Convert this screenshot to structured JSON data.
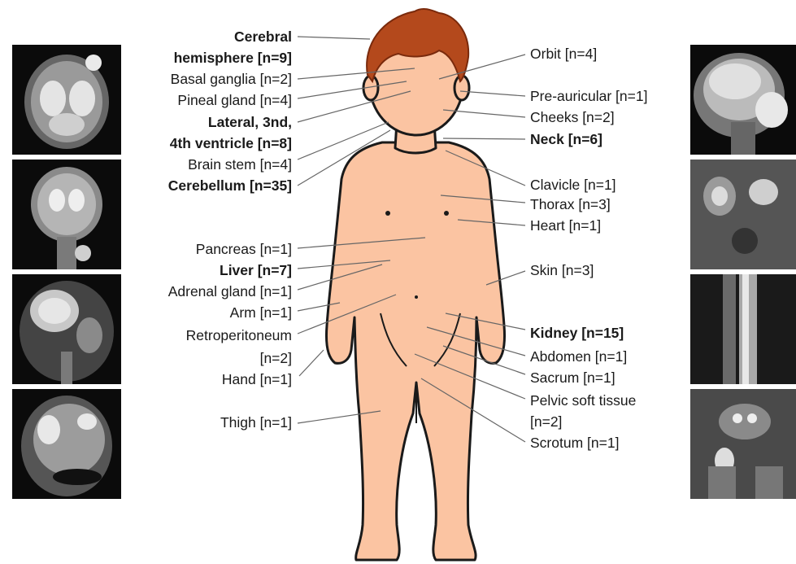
{
  "labels_left": [
    {
      "text": "Cerebral",
      "bold": true
    },
    {
      "text": "hemisphere [n=9]",
      "bold": true
    },
    {
      "text": "Basal ganglia [n=2]",
      "bold": false
    },
    {
      "text": "Pineal gland [n=4]",
      "bold": false
    },
    {
      "text": "Lateral, 3nd,",
      "bold": true
    },
    {
      "text": "4th ventricle [n=8]",
      "bold": true
    },
    {
      "text": "Brain stem [n=4]",
      "bold": false
    },
    {
      "text": "Cerebellum [n=35]",
      "bold": true
    },
    {
      "text": "Pancreas [n=1]",
      "bold": false
    },
    {
      "text": "Liver [n=7]",
      "bold": true
    },
    {
      "text": "Adrenal gland [n=1]",
      "bold": false
    },
    {
      "text": "Arm [n=1]",
      "bold": false
    },
    {
      "text": "Retroperitoneum",
      "bold": false
    },
    {
      "text": "[n=2]",
      "bold": false
    },
    {
      "text": "Hand [n=1]",
      "bold": false
    },
    {
      "text": "Thigh [n=1]",
      "bold": false
    }
  ],
  "labels_right": [
    {
      "text": "Orbit [n=4]",
      "bold": false
    },
    {
      "text": "Pre-auricular [n=1]",
      "bold": false
    },
    {
      "text": "Cheeks [n=2]",
      "bold": false
    },
    {
      "text": "Neck [n=6]",
      "bold": true
    },
    {
      "text": "Clavicle [n=1]",
      "bold": false
    },
    {
      "text": "Thorax [n=3]",
      "bold": false
    },
    {
      "text": "Heart [n=1]",
      "bold": false
    },
    {
      "text": "Skin [n=3]",
      "bold": false
    },
    {
      "text": "Kidney [n=15]",
      "bold": true
    },
    {
      "text": "Abdomen [n=1]",
      "bold": false
    },
    {
      "text": "Sacrum [n=1]",
      "bold": false
    },
    {
      "text": "Pelvic soft tissue",
      "bold": false
    },
    {
      "text": "[n=2]",
      "bold": false
    },
    {
      "text": "Scrotum [n=1]",
      "bold": false
    }
  ],
  "colors": {
    "skin": "#fbc4a2",
    "outline": "#1a1a1a",
    "hair": "#b4491c",
    "leader_line": "#666666",
    "mri_background": "#0b0b0b"
  },
  "images": {
    "left_column": [
      "axial-brain-mri",
      "coronal-brain-mri",
      "coronal-abdomen-mri-liver",
      "coronal-abdomen-mri-mass"
    ],
    "right_column": [
      "sagittal-head-mri",
      "coronal-abdomen-mri-kidney",
      "sagittal-spine-mri",
      "coronal-pelvis-mri"
    ]
  }
}
